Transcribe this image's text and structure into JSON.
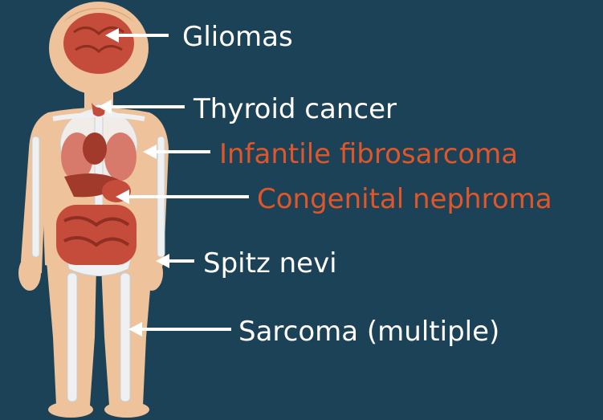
{
  "colors": {
    "background": "#1b4257",
    "skin": "#eec29a",
    "skin_shadow": "#d9a67a",
    "bone": "#eef0f2",
    "organ_red": "#c54b3a",
    "organ_dark": "#a23a2b",
    "arrow": "#ffffff",
    "label_white": "#ffffff",
    "label_orange": "#e0562b"
  },
  "labels": [
    {
      "id": "gliomas",
      "text": "Gliomas",
      "color": "#ffffff",
      "organ": "brain"
    },
    {
      "id": "thyroid",
      "text": "Thyroid cancer",
      "color": "#ffffff",
      "organ": "thyroid"
    },
    {
      "id": "infantile",
      "text": "Infantile fibrosarcoma",
      "color": "#e0562b",
      "organ": "arm soft tissue"
    },
    {
      "id": "congenital",
      "text": "Congenital nephroma",
      "color": "#e0562b",
      "organ": "kidney"
    },
    {
      "id": "spitz",
      "text": "Spitz nevi",
      "color": "#ffffff",
      "organ": "skin"
    },
    {
      "id": "sarcoma",
      "text": "Sarcoma (multiple)",
      "color": "#ffffff",
      "organ": "leg soft tissue"
    }
  ]
}
